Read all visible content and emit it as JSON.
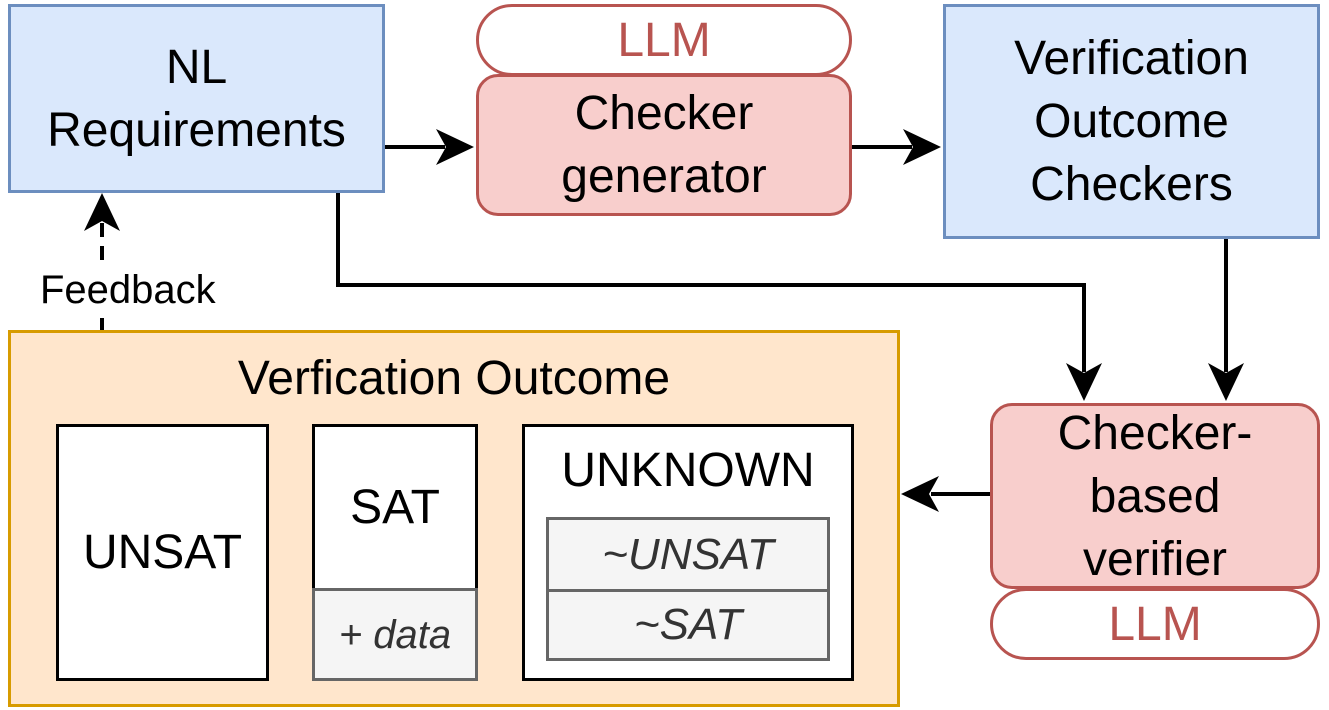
{
  "nodes": {
    "nl_requirements": "NL\nRequirements",
    "llm_top": "LLM",
    "checker_generator": "Checker\ngenerator",
    "verification_outcome_checkers": "Verification\nOutcome\nCheckers",
    "checker_based_verifier": "Checker-\nbased\nverifier",
    "llm_bottom": "LLM",
    "feedback": "Feedback"
  },
  "outcome_panel": {
    "title": "Verfication Outcome",
    "unsat": "UNSAT",
    "sat": "SAT",
    "sat_data": "+ data",
    "unknown": "UNKNOWN",
    "unknown_unsat": "~UNSAT",
    "unknown_sat": "~SAT"
  },
  "colors": {
    "blue_fill": "#dae8fc",
    "blue_stroke": "#6c8ebf",
    "red_fill": "#f8cecc",
    "red_stroke": "#b85450",
    "orange_fill": "#ffe6cc",
    "orange_stroke": "#d79b00",
    "gray_fill": "#f5f5f5",
    "gray_stroke": "#666666"
  }
}
